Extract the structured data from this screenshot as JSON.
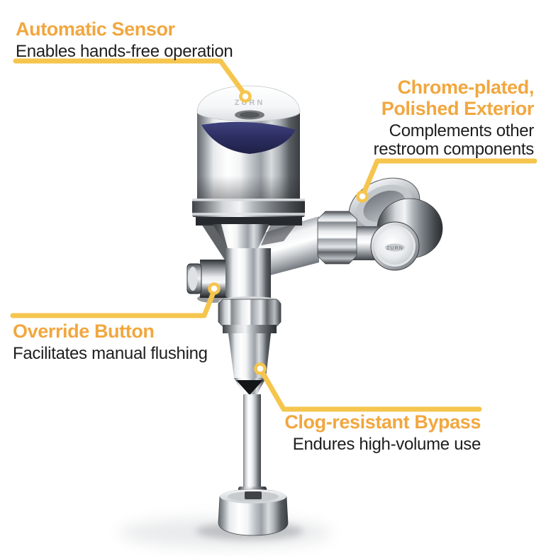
{
  "product": {
    "brand_mark": "ZURN"
  },
  "colors": {
    "accent_heading": "#F1A73F",
    "callout_line": "#F5C54E",
    "body_text": "#1E1E1E",
    "sensor_window": "#2D2F63",
    "background": "#FFFFFF"
  },
  "callouts": [
    {
      "id": "automatic-sensor",
      "title_lines": [
        "Automatic Sensor"
      ],
      "desc_lines": [
        "Enables hands-free operation"
      ]
    },
    {
      "id": "chrome-exterior",
      "title_lines": [
        "Chrome-plated,",
        "Polished Exterior"
      ],
      "desc_lines": [
        "Complements other",
        "restroom components"
      ]
    },
    {
      "id": "override-button",
      "title_lines": [
        "Override Button"
      ],
      "desc_lines": [
        "Facilitates manual flushing"
      ]
    },
    {
      "id": "clog-bypass",
      "title_lines": [
        "Clog-resistant Bypass"
      ],
      "desc_lines": [
        "Endures high-volume use"
      ]
    }
  ]
}
